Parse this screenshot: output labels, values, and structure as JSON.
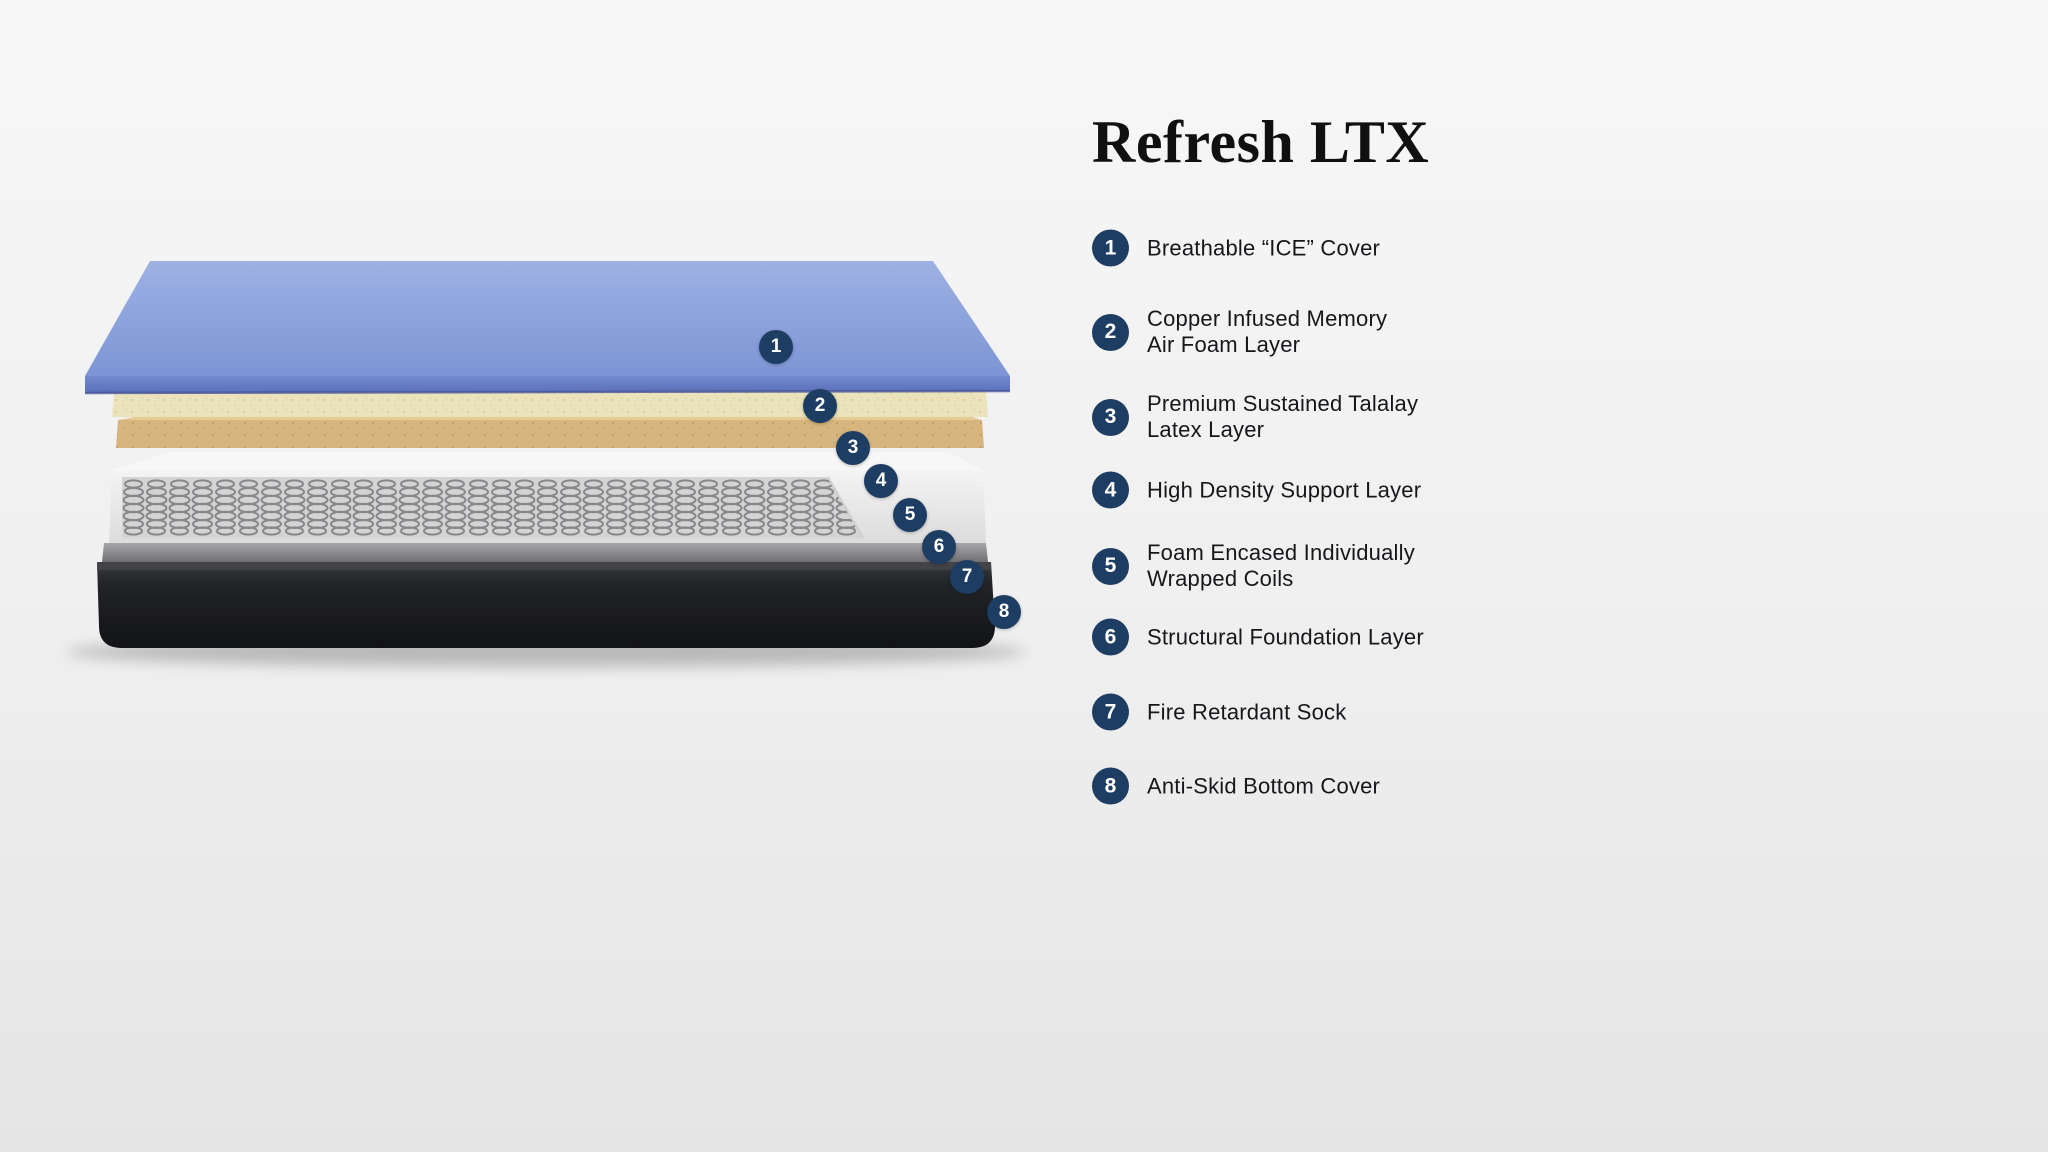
{
  "title": "Refresh LTX",
  "legend": {
    "items": [
      {
        "number": "1",
        "label": "Breathable “ICE” Cover"
      },
      {
        "number": "2",
        "label": "Copper Infused Memory",
        "label2": "Air Foam Layer"
      },
      {
        "number": "3",
        "label": "Premium Sustained Talalay",
        "label2": "Latex Layer"
      },
      {
        "number": "4",
        "label": "High Density Support Layer"
      },
      {
        "number": "5",
        "label": "Foam Encased Individually",
        "label2": "Wrapped Coils"
      },
      {
        "number": "6",
        "label": "Structural Foundation Layer"
      },
      {
        "number": "7",
        "label": "Fire Retardant Sock"
      },
      {
        "number": "8",
        "label": "Anti-Skid Bottom Cover"
      }
    ]
  },
  "markers": [
    {
      "number": "1"
    },
    {
      "number": "2"
    },
    {
      "number": "3"
    },
    {
      "number": "4"
    },
    {
      "number": "5"
    },
    {
      "number": "6"
    },
    {
      "number": "7"
    },
    {
      "number": "8"
    }
  ],
  "colors": {
    "badge-navy": "#1e3d63",
    "cover-blue": "#8aa0da",
    "memory-foam-cream": "#eae3bb",
    "latex-tan": "#d6b67e",
    "support-white": "#ededed",
    "foundation-gray": "#8e8e90",
    "base-black": "#1d1e22",
    "background": "#f0f0f0"
  }
}
